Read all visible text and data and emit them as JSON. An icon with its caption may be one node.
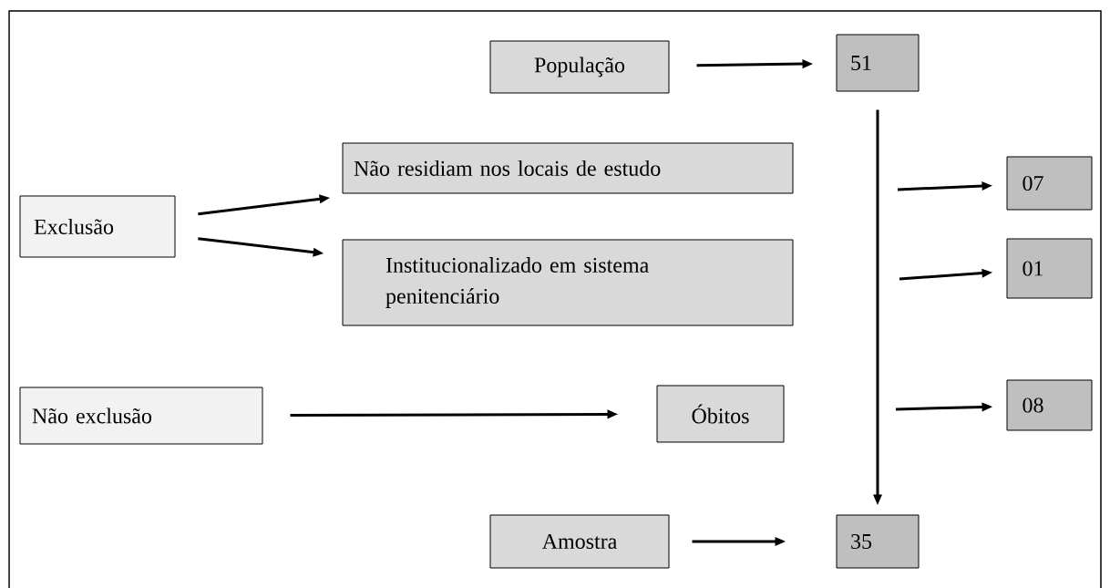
{
  "diagram": {
    "nodes": [
      {
        "text": [
          "População"
        ]
      },
      {
        "text": [
          "51"
        ]
      },
      {
        "text": [
          "Exclusão"
        ]
      },
      {
        "text": [
          "Não residiam nos locais de estudo"
        ]
      },
      {
        "text": [
          "Institucionalizado em sistema penitenciário"
        ]
      },
      {
        "text": [
          "07"
        ]
      },
      {
        "text": [
          "01"
        ]
      },
      {
        "text": [
          "Não exclusão"
        ]
      },
      {
        "text": [
          "Óbitos"
        ]
      },
      {
        "text": [
          "08"
        ]
      },
      {
        "text": [
          "Amostra"
        ]
      },
      {
        "text": [
          "35"
        ]
      }
    ],
    "edges": [
      {
        "from": 0,
        "to": 1,
        "arrow": "to"
      },
      {
        "from": 2,
        "to": 3,
        "arrow": "to"
      },
      {
        "from": 2,
        "to": 4,
        "arrow": "to"
      },
      {
        "from": null,
        "to": 5,
        "arrow": "to"
      },
      {
        "from": null,
        "to": 6,
        "arrow": "to"
      },
      {
        "from": 7,
        "to": 8,
        "arrow": "to"
      },
      {
        "from": null,
        "to": 9,
        "arrow": "to"
      },
      {
        "from": 1,
        "to": 11,
        "arrow": "to"
      },
      {
        "from": 10,
        "to": 11,
        "arrow": "to"
      }
    ]
  }
}
